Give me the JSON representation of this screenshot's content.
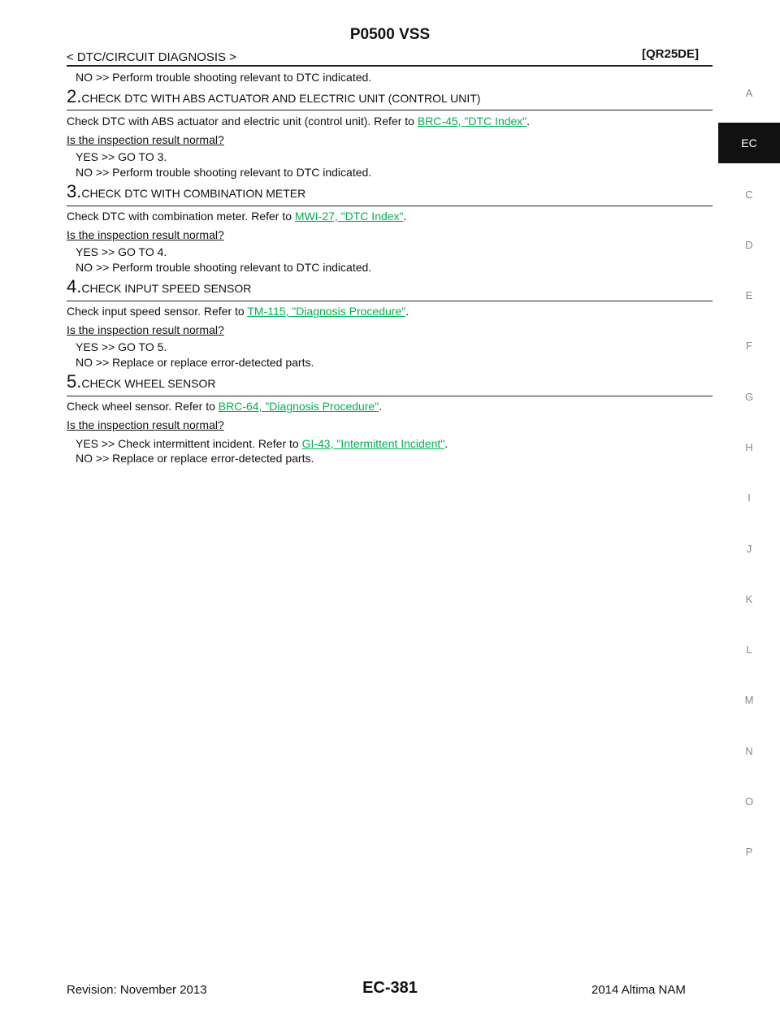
{
  "header": {
    "title": "P0500 VSS",
    "breadcrumb": "< DTC/CIRCUIT DIAGNOSIS >",
    "engine": "[QR25DE]"
  },
  "content": {
    "line0": "NO >> Perform trouble shooting relevant to DTC indicated.",
    "step2": {
      "num": "2.",
      "heading": "CHECK DTC WITH ABS ACTUATOR AND ELECTRIC UNIT (CONTROL UNIT)",
      "text": "Check DTC with ABS actuator and electric unit (control unit). Refer to ",
      "link": "BRC-45, \"DTC Index\"",
      "question": "Is the inspection result normal?",
      "yes": "YES >> GO TO 3.",
      "no": "NO >> Perform trouble shooting relevant to DTC indicated."
    },
    "step3": {
      "num": "3.",
      "heading": "CHECK DTC WITH COMBINATION METER",
      "text": "Check DTC with combination meter. Refer to ",
      "link": "MWI-27, \"DTC Index\"",
      "question": "Is the inspection result normal?",
      "yes": "YES >> GO TO 4.",
      "no": "NO >> Perform trouble shooting relevant to DTC indicated."
    },
    "step4": {
      "num": "4.",
      "heading": "CHECK INPUT SPEED SENSOR",
      "text": "Check input speed sensor. Refer to ",
      "link": "TM-115, \"Diagnosis Procedure\"",
      "question": "Is the inspection result normal?",
      "yes": "YES >> GO TO 5.",
      "no": "NO >> Replace or replace error-detected parts."
    },
    "step5": {
      "num": "5.",
      "heading": "CHECK WHEEL SENSOR",
      "text": "Check wheel sensor. Refer to ",
      "link": "BRC-64, \"Diagnosis Procedure\"",
      "question": "Is the inspection result normal?",
      "yes": "YES >> Check intermittent incident. Refer to ",
      "yes_link": "GI-43, \"Intermittent Incident\"",
      "no": "NO >> Replace or replace error-detected parts."
    },
    "period": "."
  },
  "sidebar": [
    "A",
    "EC",
    "C",
    "D",
    "E",
    "F",
    "G",
    "H",
    "I",
    "J",
    "K",
    "L",
    "M",
    "N",
    "O",
    "P"
  ],
  "footer": {
    "revision": "Revision: November 2013",
    "page": "EC-381",
    "model": "2014 Altima NAM"
  }
}
